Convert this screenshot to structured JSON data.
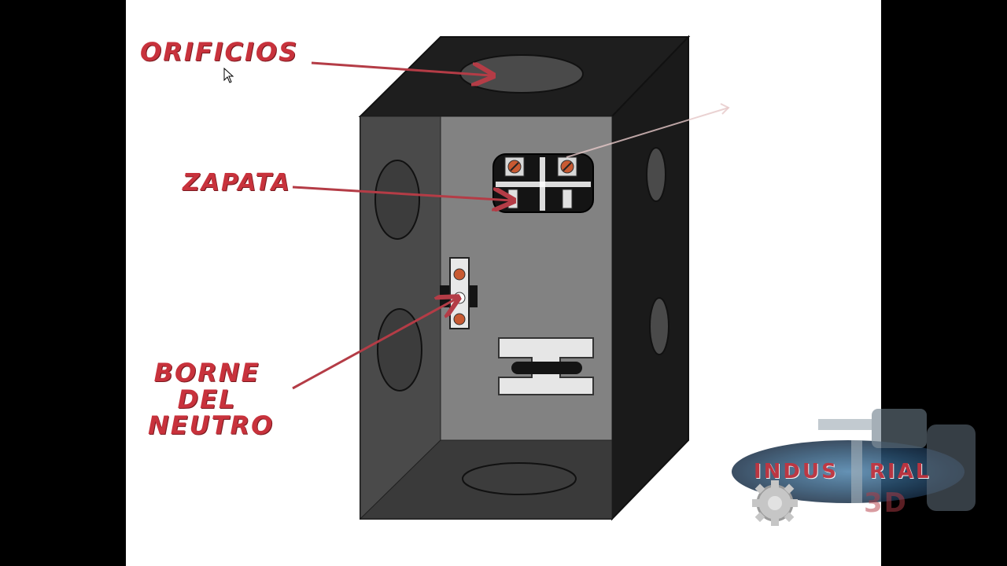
{
  "labels": {
    "orificios": "ORIFICIOS",
    "zapata": "ZAPATA",
    "borne_line1": "BORNE",
    "borne_line2": "DEL",
    "borne_line3": "NEUTRO"
  },
  "logo": {
    "line1": "INDUS",
    "line2": "RIAL",
    "line3": "3D"
  },
  "colors": {
    "background": "#000000",
    "slide": "#ffffff",
    "label_red": "#c8323c",
    "arrow_red": "#b43c46",
    "box_dark": "#1e1e1e",
    "box_mid": "#4a4a4a",
    "box_inner": "#828282"
  },
  "icons": [
    "mouse-cursor-icon",
    "gear-icon",
    "drill-icon",
    "screw-icon"
  ]
}
